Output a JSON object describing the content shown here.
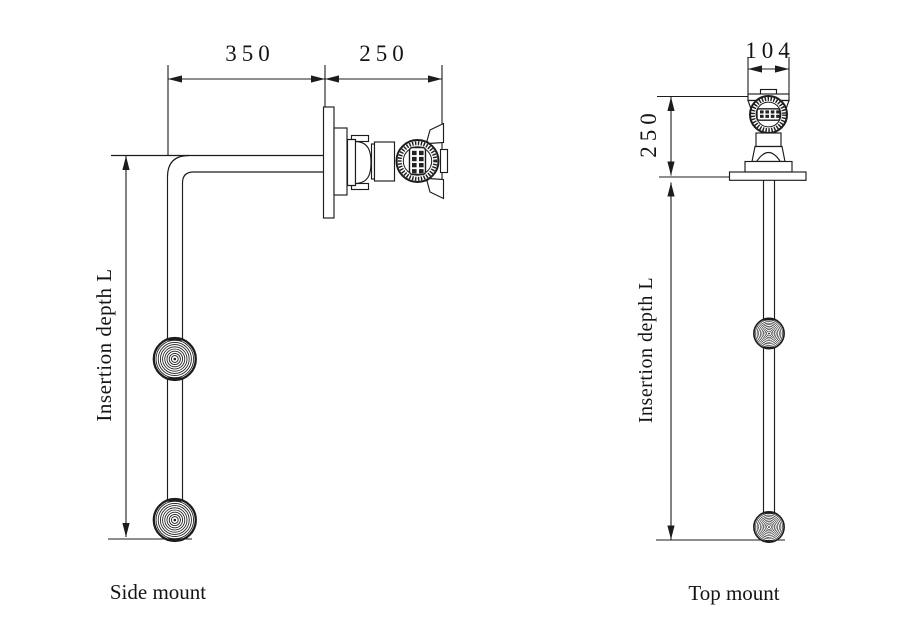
{
  "drawing": {
    "background_color": "#ffffff",
    "line_color": "#1c1c1c",
    "views": {
      "side_mount": {
        "caption": "Side mount",
        "dim_arm_length": "350",
        "dim_head_length": "250",
        "dim_insertion_depth": "Insertion depth L"
      },
      "top_mount": {
        "caption": "Top mount",
        "dim_head_width": "104",
        "dim_neck_height": "250",
        "dim_insertion_depth": "Insertion depth L"
      }
    }
  }
}
